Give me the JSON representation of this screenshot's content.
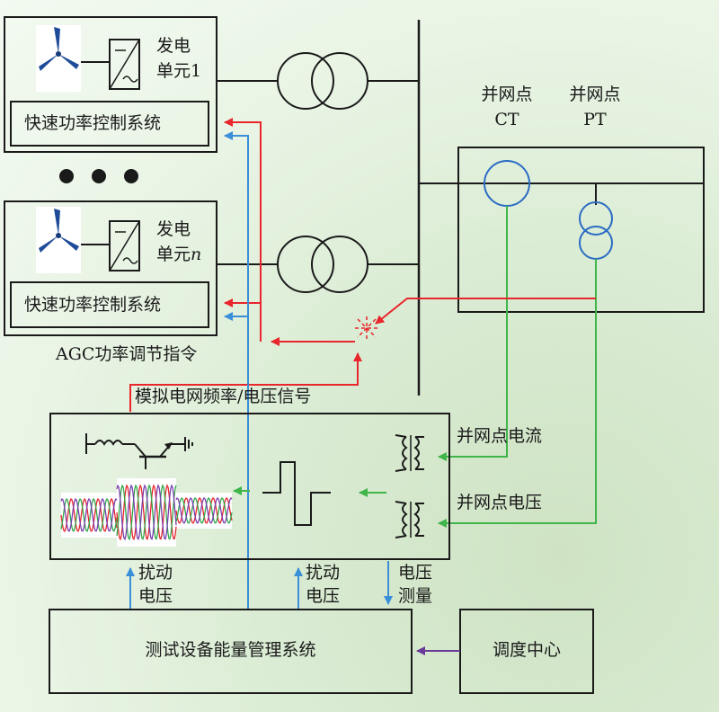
{
  "unit1": {
    "label_line1": "发电",
    "label_line2_text": "单元",
    "label_line2_index": "1",
    "control_system": "快速功率控制系统"
  },
  "unitn": {
    "label_line1": "发电",
    "label_line2_text": "单元",
    "label_line2_index": "n",
    "control_system": "快速功率控制系统"
  },
  "pcc": {
    "ct_line1": "并网点",
    "ct_line2": "CT",
    "pt_line1": "并网点",
    "pt_line2": "PT"
  },
  "signals": {
    "agc": "AGC功率调节指令",
    "simulated_grid": "模拟电网频率/电压信号",
    "pcc_current": "并网点电流",
    "pcc_voltage": "并网点电压",
    "disturb_voltage_1": [
      "扰动",
      "电压"
    ],
    "disturb_voltage_2": [
      "扰动",
      "电压"
    ],
    "voltage_measure": [
      "电压",
      "测量"
    ]
  },
  "blocks": {
    "ems": "测试设备能量管理系统",
    "dispatch": "调度中心"
  },
  "colors": {
    "red": "#e8262c",
    "blue": "#3a8fd8",
    "green": "#3fb54a",
    "purple": "#6a3a9a",
    "line": "#1a1a1a",
    "circle_blue": "#2b6cc4"
  },
  "icons": [
    "wind-turbine-icon",
    "inverter-icon",
    "transformer-icon",
    "transistor-icon",
    "coupling-transformer-icon",
    "square-wave-icon",
    "waveform-icon"
  ]
}
